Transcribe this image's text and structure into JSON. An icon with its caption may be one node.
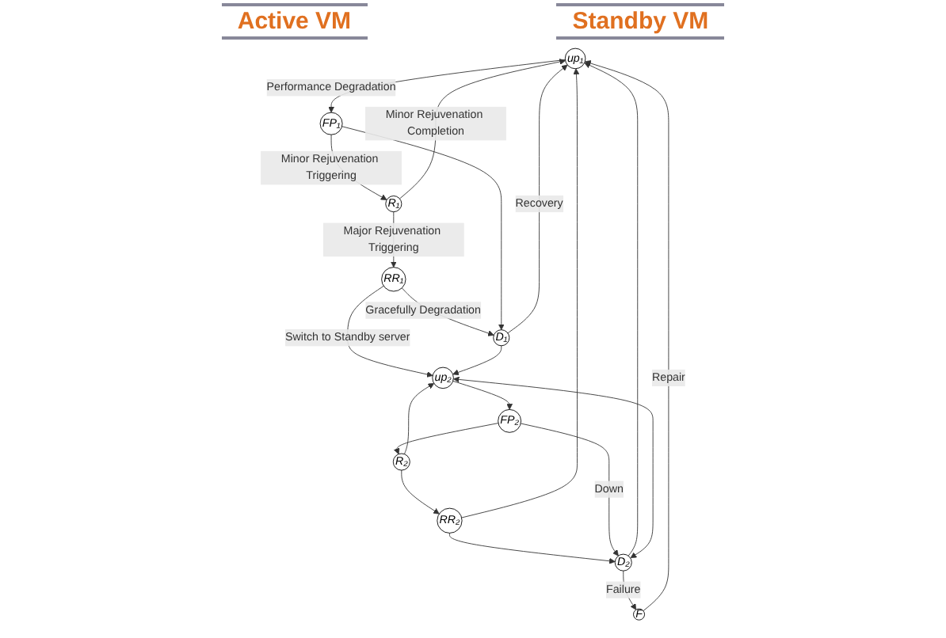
{
  "diagram": {
    "nodes": [
      {
        "text": [
          "up₁"
        ]
      },
      {
        "text": [
          "FP₁"
        ]
      },
      {
        "text": [
          "R₁"
        ]
      },
      {
        "text": [
          "RR₁"
        ]
      },
      {
        "text": [
          "D₁"
        ]
      },
      {
        "text": [
          "up₂"
        ]
      },
      {
        "text": [
          "FP₂"
        ]
      },
      {
        "text": [
          "R₂"
        ]
      },
      {
        "text": [
          "RR₂"
        ]
      },
      {
        "text": [
          "D₂"
        ]
      },
      {
        "text": [
          "F"
        ]
      }
    ],
    "edges": [
      {
        "from": 0,
        "to": 1,
        "arrow": "to",
        "label": "Performance Degradation"
      },
      {
        "from": 1,
        "to": 2,
        "arrow": "to",
        "label": "Minor Rejuvenation Triggering"
      },
      {
        "from": 2,
        "to": 3,
        "arrow": "to",
        "label": "Major Rejuvenation Triggering"
      },
      {
        "from": 3,
        "to": 4,
        "arrow": "to",
        "label": "Gracefully Degradation"
      },
      {
        "from": 2,
        "to": 0,
        "arrow": "to",
        "label": "Minor Rejuvenation Completion"
      },
      {
        "from": 4,
        "to": 0,
        "arrow": "to",
        "label": "Recovery"
      },
      {
        "from": 1,
        "to": 4,
        "arrow": "to"
      },
      {
        "from": 3,
        "to": 5,
        "arrow": "to",
        "label": "Switch to Standby server"
      },
      {
        "from": 4,
        "to": 5,
        "arrow": "to"
      },
      {
        "from": 8,
        "to": 0,
        "arrow": "to"
      },
      {
        "from": 9,
        "to": 0,
        "arrow": "to"
      },
      {
        "from": 5,
        "to": 6,
        "arrow": "to"
      },
      {
        "from": 6,
        "to": 7,
        "arrow": "to"
      },
      {
        "from": 7,
        "to": 8,
        "arrow": "to"
      },
      {
        "from": 8,
        "to": 9,
        "arrow": "to"
      },
      {
        "from": 7,
        "to": 5,
        "arrow": "to"
      },
      {
        "from": 6,
        "to": 9,
        "arrow": "to",
        "label": "Down"
      },
      {
        "from": 9,
        "to": 5,
        "arrow": "both"
      },
      {
        "from": 9,
        "to": 10,
        "arrow": "to",
        "label": "Failure"
      },
      {
        "from": 10,
        "to": 0,
        "arrow": "to",
        "label": "Repair"
      }
    ],
    "labels": [
      "Active VM",
      "Standby VM"
    ]
  }
}
